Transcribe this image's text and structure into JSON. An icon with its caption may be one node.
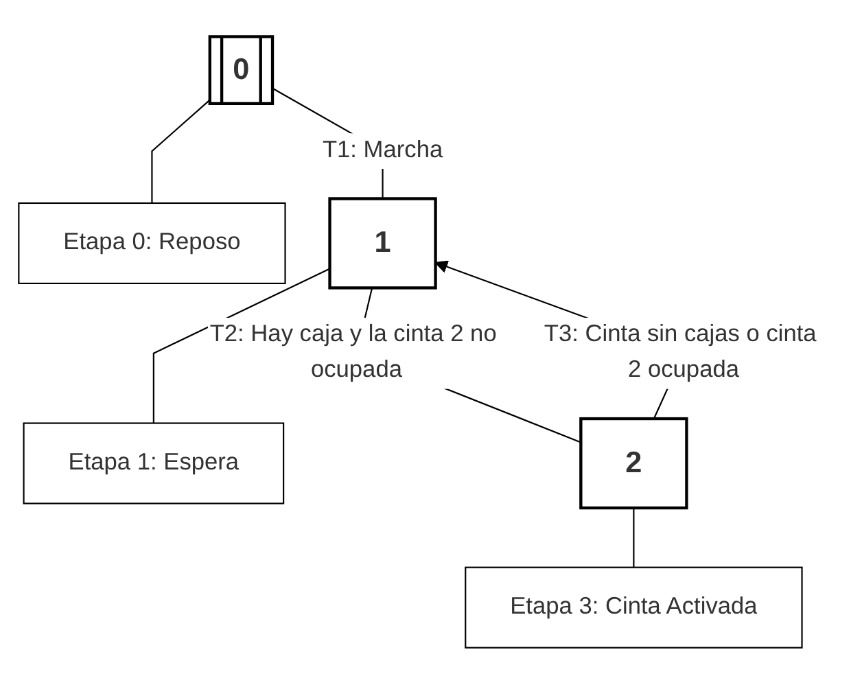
{
  "diagram": {
    "nodes": [
      {
        "text": [
          "0"
        ]
      },
      {
        "text": [
          "Etapa 0: Reposo"
        ]
      },
      {
        "text": [
          "1"
        ]
      },
      {
        "text": [
          "Etapa 1: Espera"
        ]
      },
      {
        "text": [
          "2"
        ]
      },
      {
        "text": [
          "Etapa 3: Cinta Activada"
        ]
      }
    ],
    "edges": [
      {
        "from": 0,
        "to": 1,
        "arrow": "none"
      },
      {
        "from": 0,
        "to": 2,
        "arrow": "none",
        "label": "T1: Marcha"
      },
      {
        "from": 2,
        "to": 3,
        "arrow": "none"
      },
      {
        "from": 2,
        "to": 4,
        "arrow": "none",
        "label": "T2: Hay caja y la cinta 2 no ocupada"
      },
      {
        "from": 4,
        "to": 5,
        "arrow": "none"
      },
      {
        "from": 4,
        "to": 2,
        "arrow": "to",
        "label": "T3: Cinta sin cajas o cinta 2 ocupada"
      }
    ]
  }
}
